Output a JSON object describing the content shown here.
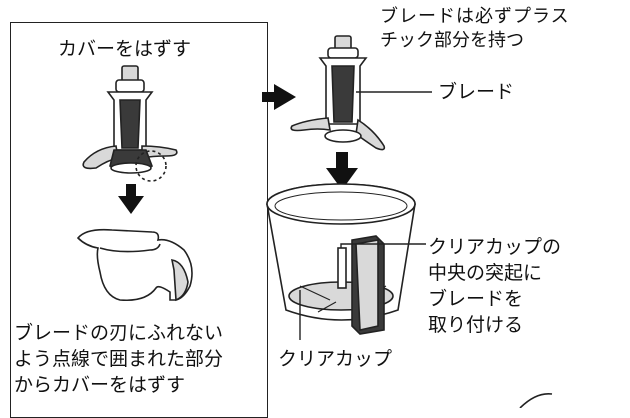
{
  "left_panel": {
    "title": "カバーをはずす",
    "instruction_lines": [
      "ブレードの刃にふれない",
      "よう点線で囲まれた部分",
      "からカバーをはずす"
    ]
  },
  "right_panel": {
    "hold_note_lines": [
      "ブレードは必ずプラス",
      "チック部分を持つ"
    ],
    "blade_label": "ブレード",
    "attach_note_lines": [
      "クリアカップの",
      "中央の突起に",
      "ブレードを",
      "取り付ける"
    ],
    "cup_label": "クリアカップ"
  },
  "colors": {
    "line": "#222222",
    "shade": "#d9d9d9",
    "dark": "#3a3a3a",
    "paper": "#ffffff"
  },
  "icons": [
    "arrow-down-icon",
    "arrow-right-icon",
    "blade-icon",
    "cover-icon",
    "clear-cup-icon"
  ]
}
